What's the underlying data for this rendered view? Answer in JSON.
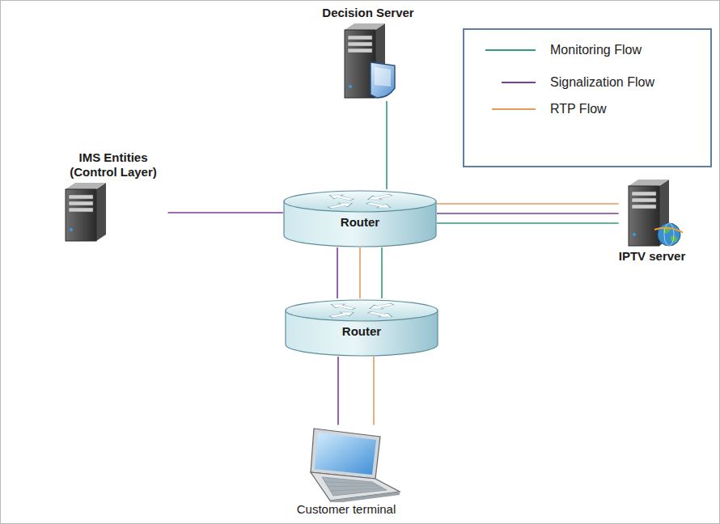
{
  "diagram": {
    "nodes": [
      {
        "text": [
          "Decision Server"
        ]
      },
      {
        "text": [
          "IMS Entities (Control Layer)"
        ]
      },
      {
        "text": [
          "Router"
        ]
      },
      {
        "text": [
          "IPTV server"
        ]
      },
      {
        "text": [
          "Router"
        ]
      },
      {
        "text": [
          "Customer terminal"
        ]
      }
    ],
    "edges": [
      {
        "from": 0,
        "to": 2,
        "arrow": "none"
      },
      {
        "from": 1,
        "to": 2,
        "arrow": "none"
      },
      {
        "from": 2,
        "to": 3,
        "arrow": "none"
      },
      {
        "from": 2,
        "to": 3,
        "arrow": "none"
      },
      {
        "from": 2,
        "to": 3,
        "arrow": "none"
      },
      {
        "from": 2,
        "to": 4,
        "arrow": "none"
      },
      {
        "from": 2,
        "to": 4,
        "arrow": "none"
      },
      {
        "from": 2,
        "to": 4,
        "arrow": "none"
      },
      {
        "from": 4,
        "to": 5,
        "arrow": "none"
      },
      {
        "from": 4,
        "to": 5,
        "arrow": "none"
      }
    ],
    "legend": [
      {
        "text": "Monitoring Flow"
      },
      {
        "text": "Signalization Flow"
      },
      {
        "text": "RTP Flow"
      }
    ]
  }
}
